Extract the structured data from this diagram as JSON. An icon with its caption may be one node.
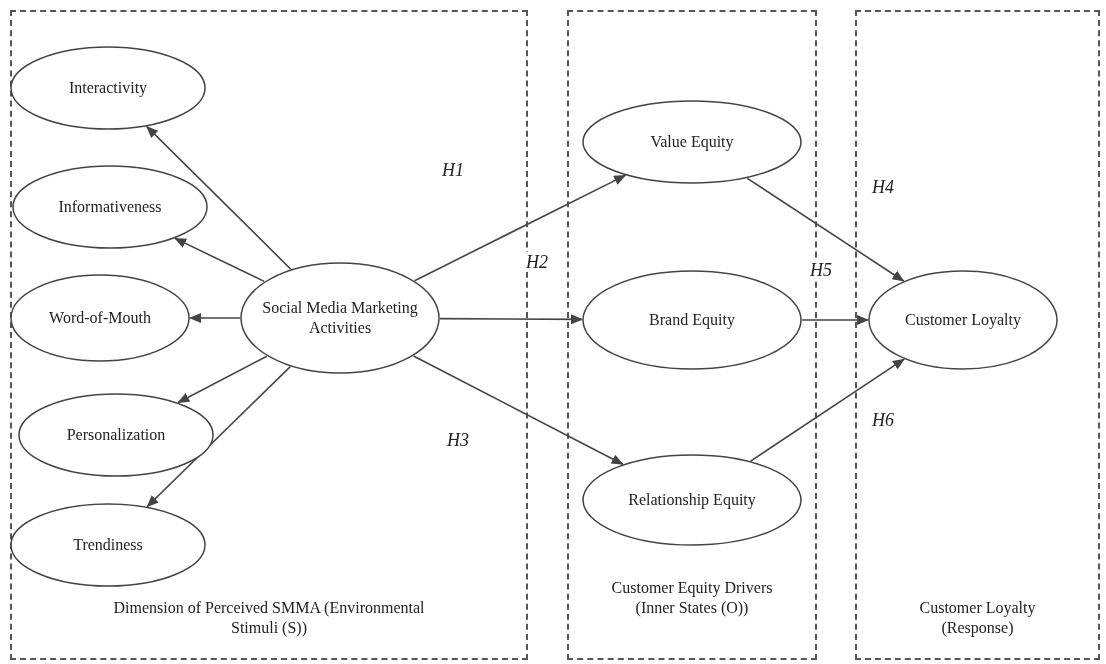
{
  "diagram": {
    "nodes": [
      {
        "text": [
          "Dimension of Perceived SMMA (Environmental Stimuli (S))"
        ]
      },
      {
        "text": [
          "Interactivity"
        ],
        "in": 0
      },
      {
        "text": [
          "Informativeness"
        ],
        "in": 0
      },
      {
        "text": [
          "Word-of-Mouth"
        ],
        "in": 0
      },
      {
        "text": [
          "Personalization"
        ],
        "in": 0
      },
      {
        "text": [
          "Trendiness"
        ],
        "in": 0
      },
      {
        "text": [
          "Social Media Marketing Activities"
        ],
        "in": 0
      },
      {
        "text": [
          "Customer Equity Drivers (Inner States (O))"
        ]
      },
      {
        "text": [
          "Value Equity"
        ],
        "in": 7
      },
      {
        "text": [
          "Brand Equity"
        ],
        "in": 7
      },
      {
        "text": [
          "Relationship Equity"
        ],
        "in": 7
      },
      {
        "text": [
          "Customer Loyalty (Response)"
        ]
      },
      {
        "text": [
          "Customer Loyalty"
        ],
        "in": 11
      }
    ],
    "edges": [
      {
        "from": 6,
        "to": 1,
        "arrow": "to"
      },
      {
        "from": 6,
        "to": 2,
        "arrow": "to"
      },
      {
        "from": 6,
        "to": 3,
        "arrow": "to"
      },
      {
        "from": 6,
        "to": 4,
        "arrow": "to"
      },
      {
        "from": 6,
        "to": 5,
        "arrow": "to"
      },
      {
        "from": 6,
        "to": 8,
        "arrow": "to",
        "label": "H1"
      },
      {
        "from": 6,
        "to": 9,
        "arrow": "to",
        "label": "H2"
      },
      {
        "from": 6,
        "to": 10,
        "arrow": "to",
        "label": "H3"
      },
      {
        "from": 8,
        "to": 12,
        "arrow": "to",
        "label": "H4"
      },
      {
        "from": 9,
        "to": 12,
        "arrow": "to",
        "label": "H5"
      },
      {
        "from": 10,
        "to": 12,
        "arrow": "to",
        "label": "H6"
      }
    ]
  }
}
